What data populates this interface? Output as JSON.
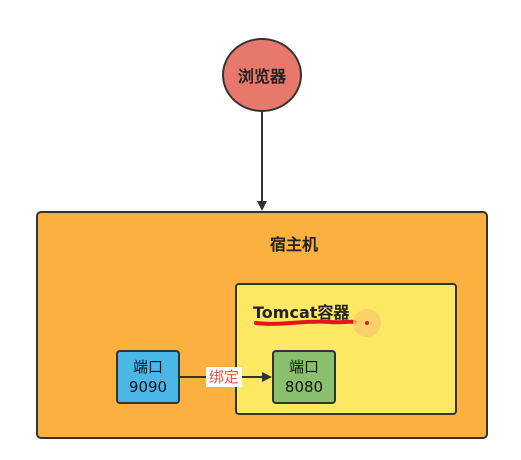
{
  "browser": {
    "label": "浏览器"
  },
  "host": {
    "title": "宿主机"
  },
  "container": {
    "title": "Tomcat容器"
  },
  "ports": {
    "host": {
      "label": "端口",
      "number": "9090"
    },
    "container": {
      "label": "端口",
      "number": "8080"
    }
  },
  "binding": {
    "label": "绑定"
  },
  "colors": {
    "browser": "#e8786c",
    "host": "#fbb03f",
    "container": "#fde864",
    "host_port": "#4ab7e6",
    "container_port": "#8abf6e",
    "bind_text": "#e0573f",
    "annotation": "#e8141c"
  }
}
